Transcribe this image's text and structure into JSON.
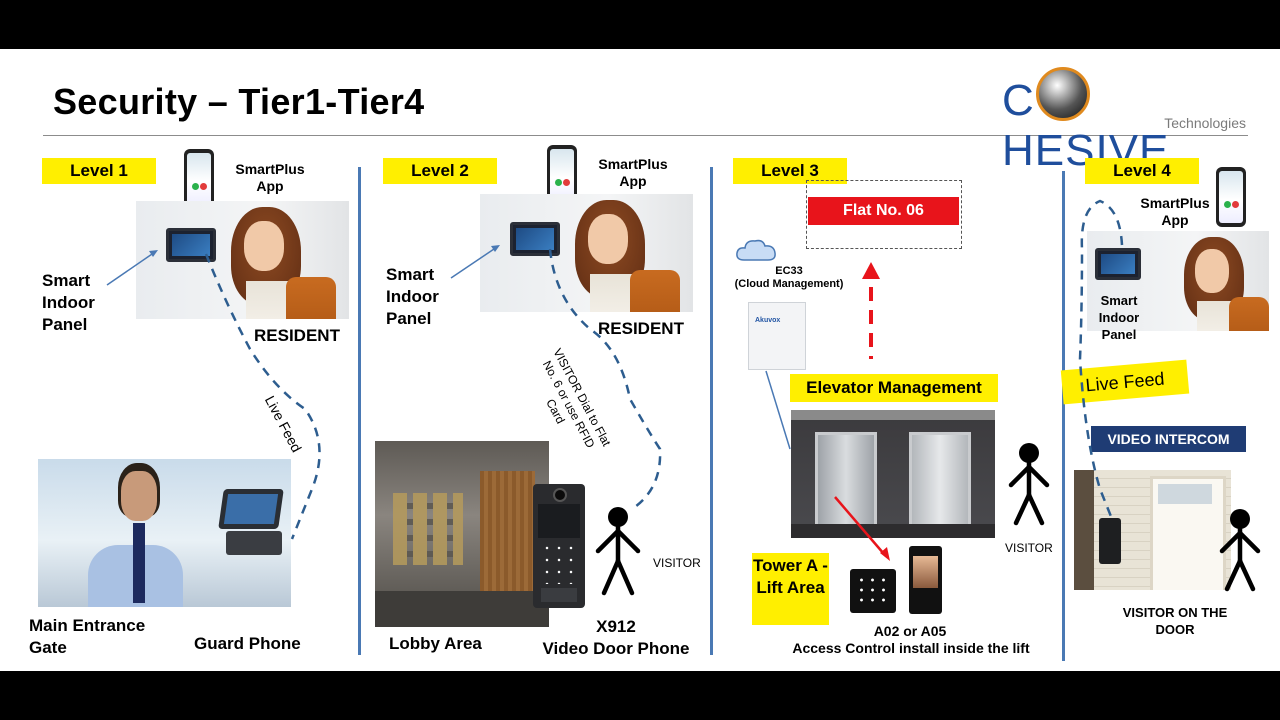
{
  "title": "Security – Tier1-Tier4",
  "logo": {
    "name": "CHESIVE",
    "pre": "C",
    "post": "HESIVE",
    "sub": "Technologies"
  },
  "colors": {
    "accent_blue": "#4a79b4",
    "level_yellow": "#ffef00",
    "alert_red": "#e8141b",
    "navy": "#1f3c74"
  },
  "level1": {
    "tag": "Level 1",
    "app": "SmartPlus App",
    "indoor": "Smart Indoor Panel",
    "resident": "RESIDENT",
    "feed": "Live Feed",
    "gate": "Main Entrance Gate",
    "guard_phone": "Guard Phone"
  },
  "level2": {
    "tag": "Level 2",
    "app": "SmartPlus App",
    "indoor": "Smart Indoor Panel",
    "resident": "RESIDENT",
    "dial": "VISITOR Dial to Flat No. 6 or use RFID Card",
    "lobby": "Lobby Area",
    "model": "X912",
    "device": "Video Door Phone",
    "visitor": "VISITOR"
  },
  "level3": {
    "tag": "Level 3",
    "flat": "Flat No. 06",
    "ec33": "EC33",
    "cloud": "(Cloud Management)",
    "akuvox": "Akuvox",
    "elevator": "Elevator Management",
    "tower": "Tower A - Lift Area",
    "access_model": "A02 or A05",
    "access_desc": "Access Control install inside the lift",
    "visitor": "VISITOR"
  },
  "level4": {
    "tag": "Level 4",
    "app": "SmartPlus App",
    "indoor": "Smart Indoor Panel",
    "feed": "Live Feed",
    "intercom": "VIDEO INTERCOM",
    "door_visitor": "VISITOR ON THE DOOR"
  }
}
